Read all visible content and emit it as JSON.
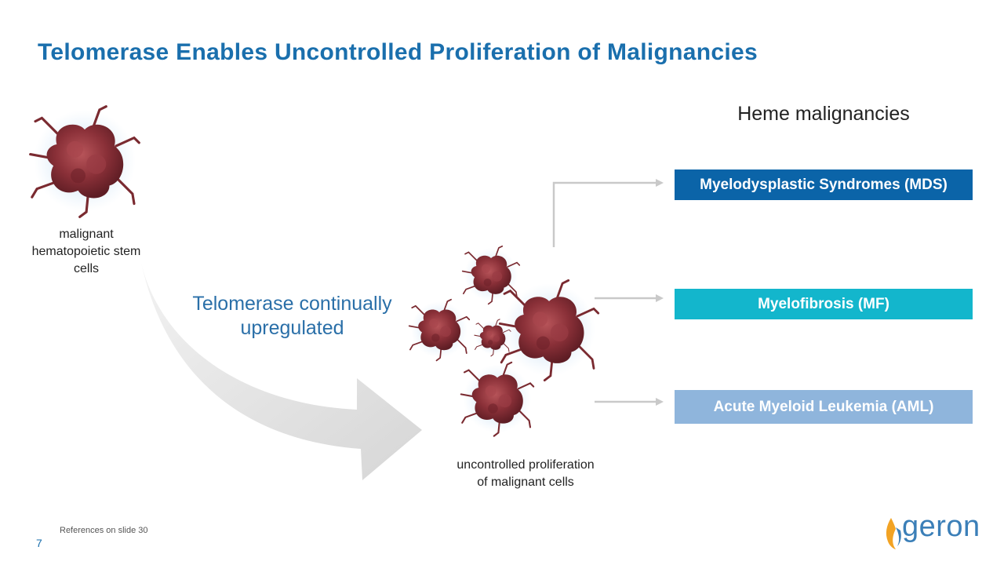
{
  "slide": {
    "title": "Telomerase Enables Uncontrolled Proliferation of Malignancies",
    "page_number": "7",
    "references": "References on slide 30"
  },
  "diagram": {
    "stem_label": "malignant hematopoietic stem cells",
    "process_label": "Telomerase continually upregulated",
    "result_label": "uncontrolled proliferation of malignant cells",
    "heading": "Heme malignancies",
    "outcomes": [
      {
        "label": "Myelodysplastic Syndromes (MDS)",
        "color": "#0b64a8"
      },
      {
        "label": "Myelofibrosis (MF)",
        "color": "#13b6cc"
      },
      {
        "label": "Acute Myeloid Leukemia (AML)",
        "color": "#8fb5dc"
      }
    ]
  },
  "brand": {
    "logo_text": "geron",
    "color": "#3b7fb8"
  }
}
